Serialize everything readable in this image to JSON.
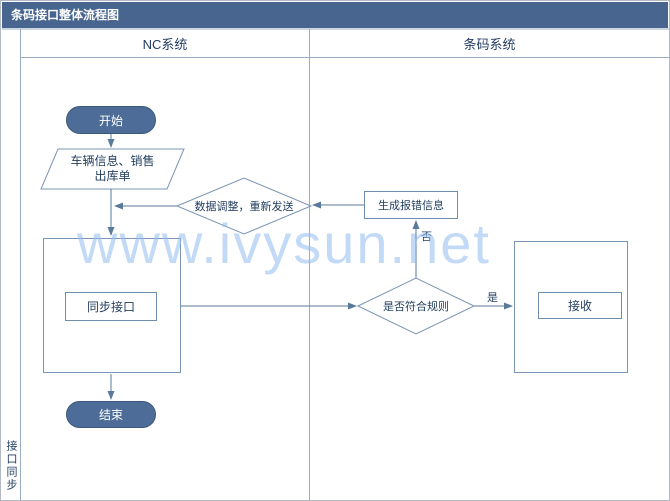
{
  "title": "条码接口整体流程图",
  "pool_label": "接口同步",
  "lane_headers": [
    "NC系统",
    "条码系统"
  ],
  "nodes": {
    "start": "开始",
    "input_doc_line1": "车辆信息、销售",
    "input_doc_line2": "出库单",
    "adjust_resend": "数据调整，重新发送",
    "sync_interface": "同步接口",
    "end": "结束",
    "generate_error": "生成报错信息",
    "rule_check": "是否符合规则",
    "receive": "接收"
  },
  "edge_labels": {
    "no": "否",
    "yes": "是"
  },
  "watermark": "www.ivysun.net",
  "colors": {
    "title_bar": "#48658F",
    "terminator_fill": "#4D6D98",
    "shape_border": "#7B95B5",
    "connector": "#5A7A9A",
    "lane_line": "#98ACC2",
    "watermark": "#91BCF0"
  }
}
